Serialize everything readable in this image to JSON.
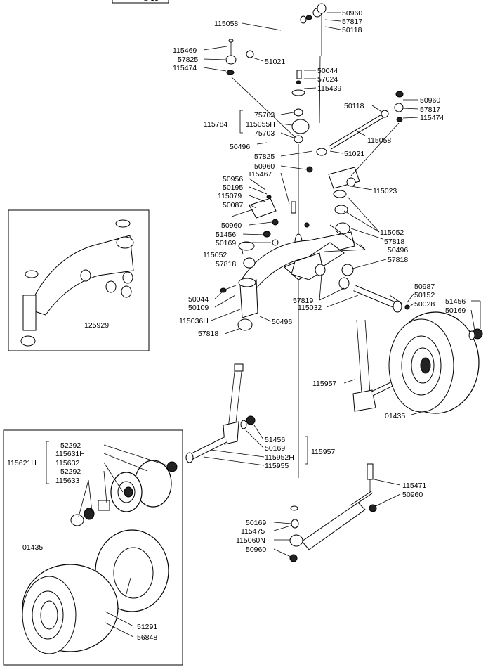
{
  "header_fragment": "2-15",
  "labels": {
    "p115058a": "115058",
    "p50960a": "50960",
    "p57817a": "57817",
    "p50118a": "50118",
    "p115469": "115469",
    "p57825a": "57825",
    "p115474a": "115474",
    "p51021a": "51021",
    "p50044a": "50044",
    "p57024": "57024",
    "p115439": "115439",
    "p50960b": "50960",
    "p50118b": "50118",
    "p57817b": "57817",
    "p115474b": "115474",
    "p75703a": "75703",
    "p115055H": "115055H",
    "p75703b": "75703",
    "p115784": "115784",
    "p115058b": "115058",
    "p50496a": "50496",
    "p57825b": "57825",
    "p51021b": "51021",
    "p50960c": "50960",
    "p50956": "50956",
    "p115467": "115467",
    "p50195": "50195",
    "p115079": "115079",
    "p50087": "50087",
    "p115023": "115023",
    "p50960d": "50960",
    "p51456a": "51456",
    "p50169a": "50169",
    "p115052a": "115052",
    "p115052b": "115052",
    "p57818a": "57818",
    "p50496b": "50496",
    "p57818b": "57818",
    "p57818c": "57818",
    "p50044b": "50044",
    "p50109": "50109",
    "p57819": "57819",
    "p115032": "115032",
    "p50987": "50987",
    "p50152": "50152",
    "p50028": "50028",
    "p51456b": "51456",
    "p50169b": "50169",
    "p115036H": "115036H",
    "p50496c": "50496",
    "p125929": "125929",
    "p115957a": "115957",
    "p01435a": "01435",
    "p51456c": "51456",
    "p50169c": "50169",
    "p115957b": "115957",
    "p115952H": "115952H",
    "p115955": "115955",
    "p52292a": "52292",
    "p115631H": "115631H",
    "p115632": "115632",
    "p52292b": "52292",
    "p115633": "115633",
    "p115621H": "115621H",
    "p115471": "115471",
    "p50960e": "50960",
    "p50169d": "50169",
    "p115475": "115475",
    "p115060N": "115060N",
    "p50960f": "50960",
    "p01435b": "01435",
    "p51291": "51291",
    "p56848": "56848"
  }
}
